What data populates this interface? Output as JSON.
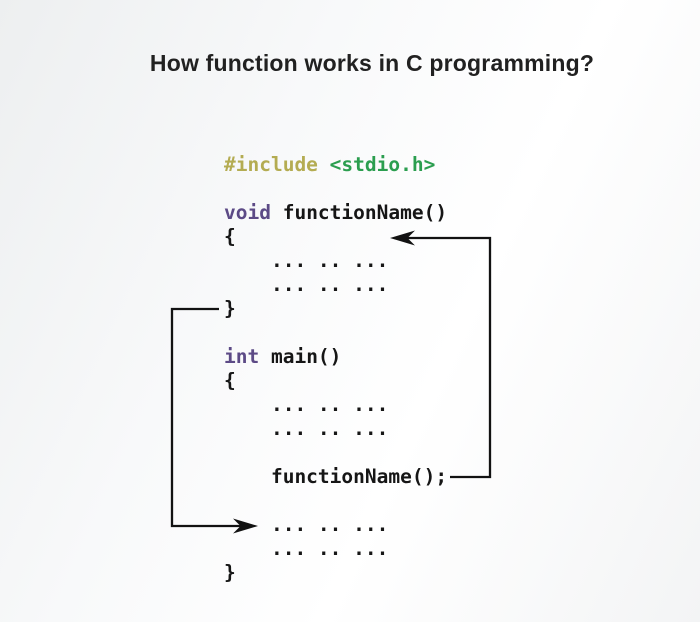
{
  "title": "How function works in C programming?",
  "colors": {
    "title": "#212121",
    "code": "#161616",
    "preprocessor": "#b4ac52",
    "header": "#2b9e4f",
    "keyword": "#5c4a86",
    "arrow": "#121212"
  },
  "code": {
    "lines": [
      {
        "tokens": [
          {
            "t": "#include",
            "s": "preprocessor"
          },
          {
            "t": " ",
            "s": "plain"
          },
          {
            "t": "<stdio.h>",
            "s": "header"
          }
        ]
      },
      {
        "tokens": []
      },
      {
        "tokens": [
          {
            "t": "void",
            "s": "keyword"
          },
          {
            "t": " functionName()",
            "s": "plain"
          }
        ]
      },
      {
        "tokens": [
          {
            "t": "{",
            "s": "plain"
          }
        ]
      },
      {
        "tokens": [
          {
            "t": "    ... .. ...",
            "s": "plain"
          }
        ]
      },
      {
        "tokens": [
          {
            "t": "    ... .. ...",
            "s": "plain"
          }
        ]
      },
      {
        "tokens": [
          {
            "t": "}",
            "s": "plain"
          }
        ]
      },
      {
        "tokens": []
      },
      {
        "tokens": [
          {
            "t": "int",
            "s": "keyword"
          },
          {
            "t": " main()",
            "s": "plain"
          }
        ]
      },
      {
        "tokens": [
          {
            "t": "{",
            "s": "plain"
          }
        ]
      },
      {
        "tokens": [
          {
            "t": "    ... .. ...",
            "s": "plain"
          }
        ]
      },
      {
        "tokens": [
          {
            "t": "    ... .. ...",
            "s": "plain"
          }
        ]
      },
      {
        "tokens": []
      },
      {
        "tokens": [
          {
            "t": "    functionName();",
            "s": "plain"
          }
        ]
      },
      {
        "tokens": []
      },
      {
        "tokens": [
          {
            "t": "    ... .. ...",
            "s": "plain"
          }
        ]
      },
      {
        "tokens": [
          {
            "t": "    ... .. ...",
            "s": "plain"
          }
        ]
      },
      {
        "tokens": [
          {
            "t": "}",
            "s": "plain"
          }
        ]
      }
    ]
  },
  "arrows": {
    "call_arrow_meaning": "function call jumps to function definition",
    "return_arrow_meaning": "control returns to statement after the call"
  }
}
